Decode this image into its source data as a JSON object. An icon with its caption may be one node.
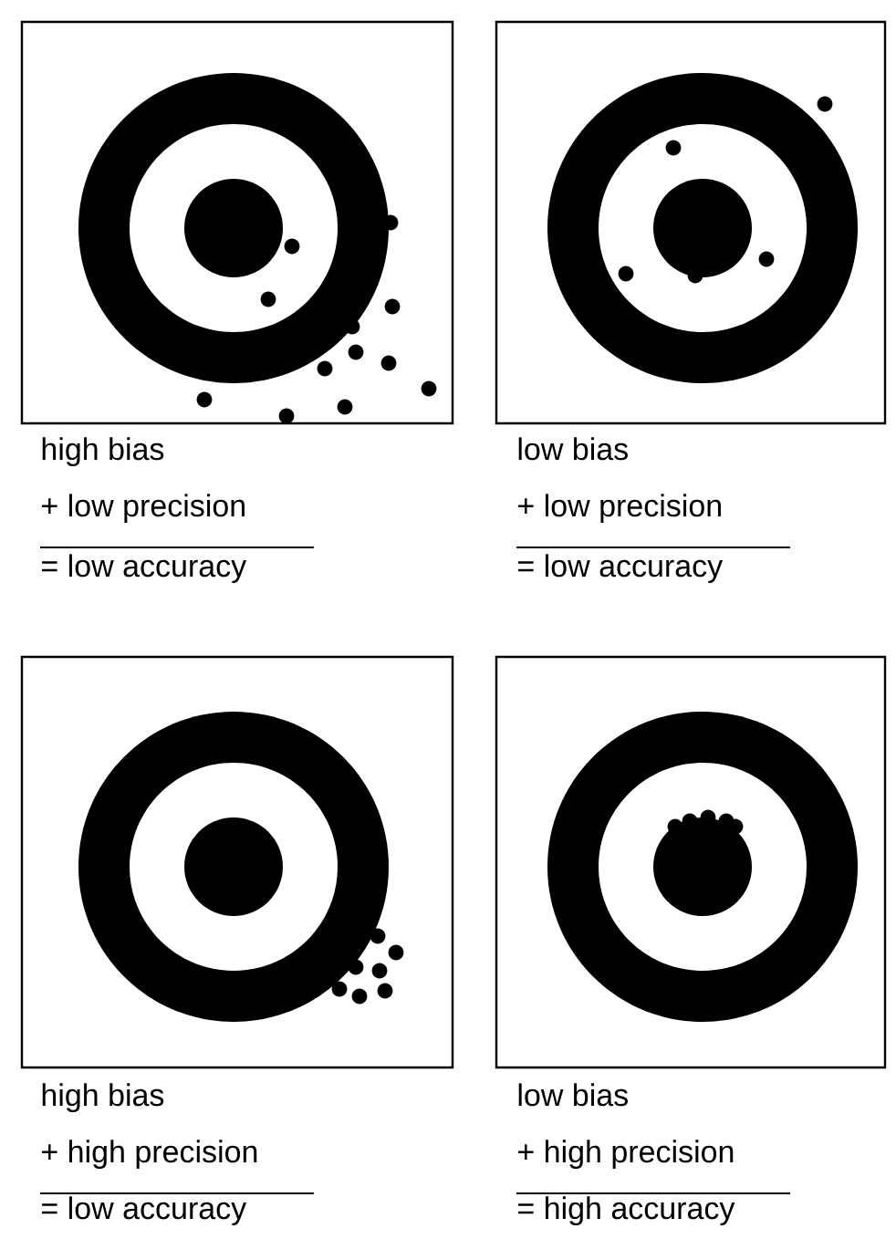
{
  "diagram": {
    "labels": [
      "high bias",
      "+ low precision",
      "= low accuracy",
      "low bias",
      "+ low precision",
      "= low accuracy",
      "high bias",
      "+ high precision",
      "= low accuracy",
      "low bias",
      "+ high precision",
      "= high accuracy"
    ]
  }
}
